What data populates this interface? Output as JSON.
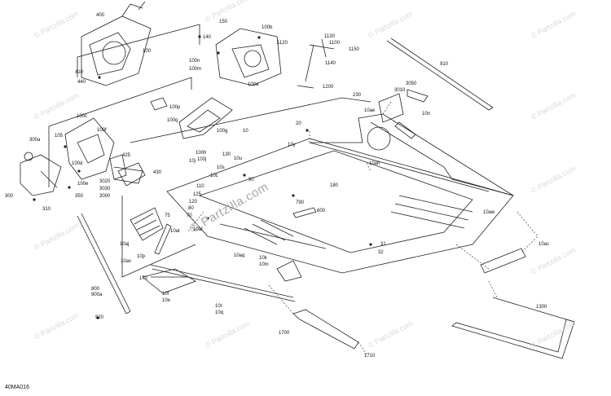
{
  "diagram_code": "40MA016",
  "watermark": {
    "small": "© Partzilla.com",
    "big": "© Partzilla.com"
  },
  "callouts": [
    "400",
    "410",
    "440",
    "100",
    "150",
    "140",
    "100b",
    "100n",
    "100m",
    "100a",
    "1120",
    "1130",
    "1100",
    "1150",
    "1140",
    "1200",
    "910",
    "3050",
    "3010",
    "10ae",
    "10n",
    "230",
    "100p",
    "100q",
    "100c",
    "100f",
    "10",
    "100g",
    "105",
    "100d",
    "425",
    "300a",
    "430",
    "300",
    "100e",
    "3020",
    "3030",
    "3000",
    "350",
    "310",
    "20",
    "10y",
    "10ah",
    "180",
    "90",
    "130",
    "10u",
    "10s",
    "10c",
    "110",
    "125",
    "120",
    "80",
    "70",
    "790",
    "600",
    "75",
    "10af",
    "10at",
    "10aw",
    "10ac",
    "10aj",
    "31",
    "32",
    "10p",
    "10av",
    "10aq",
    "10k",
    "10m",
    "170",
    "10f",
    "10e",
    "800",
    "900a",
    "920",
    "10r",
    "10q",
    "1300",
    "1700",
    "1710",
    "10j",
    "100h",
    "100j"
  ]
}
